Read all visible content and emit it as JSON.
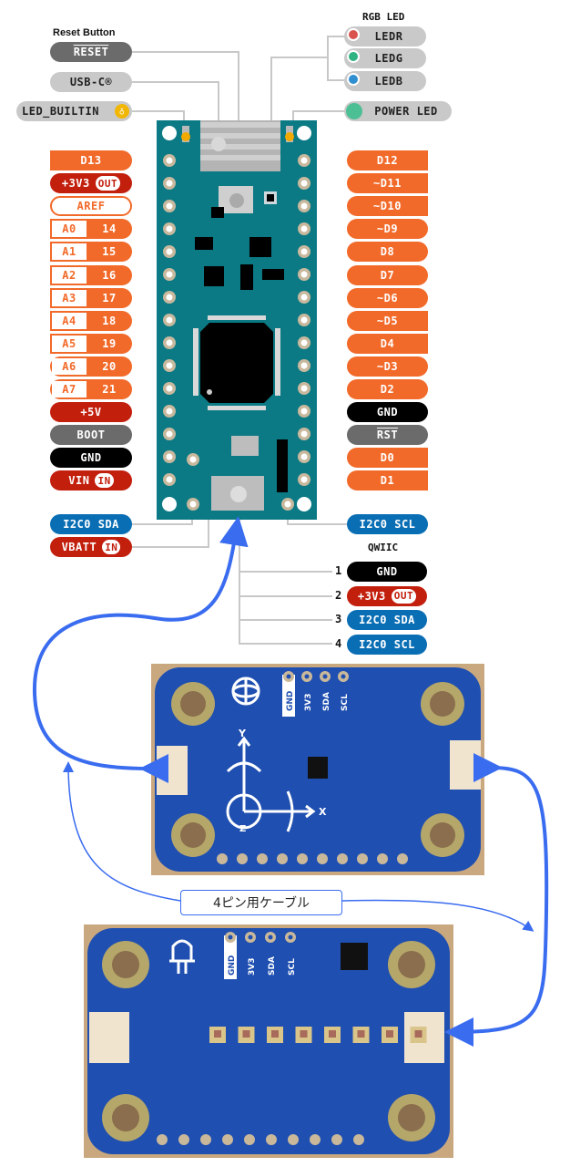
{
  "top_labels": {
    "reset_title": "Reset Button",
    "reset": "RESET",
    "usb": "USB-C®",
    "led_builtin": "LED_BUILTIN",
    "rgb_title": "RGB LED",
    "ledr": "LEDR",
    "ledg": "LEDG",
    "ledb": "LEDB",
    "power_led": "POWER LED",
    "colors": {
      "red": "#d9534f",
      "green": "#2fb383",
      "blue": "#2f8fd0",
      "led_yellow": "#f2b705",
      "power_green": "#4dbf94"
    }
  },
  "left_pins": [
    {
      "label": "D13",
      "style": "orange"
    },
    {
      "label": "+3V3",
      "badge": "OUT",
      "style": "red"
    },
    {
      "label": "AREF",
      "style": "outline"
    },
    {
      "a": "A0",
      "d": "14"
    },
    {
      "a": "A1",
      "d": "15"
    },
    {
      "a": "A2",
      "d": "16"
    },
    {
      "a": "A3",
      "d": "17"
    },
    {
      "a": "A4",
      "d": "18"
    },
    {
      "a": "A5",
      "d": "19"
    },
    {
      "a": "A6",
      "d": "20"
    },
    {
      "a": "A7",
      "d": "21"
    },
    {
      "label": "+5V",
      "style": "red"
    },
    {
      "label": "BOOT",
      "style": "gray"
    },
    {
      "label": "GND",
      "style": "black"
    },
    {
      "label": "VIN",
      "badge": "IN",
      "style": "red"
    }
  ],
  "right_pins": [
    "D12",
    "~D11",
    "~D10",
    "~D9",
    "D8",
    "D7",
    "~D6",
    "~D5",
    "D4",
    "~D3",
    "D2",
    "GND",
    "RST",
    "D0",
    "D1"
  ],
  "bottom_left": {
    "sda": "I2C0 SDA",
    "vbatt": "VBATT",
    "vbatt_badge": "IN"
  },
  "bottom_right": {
    "scl": "I2C0 SCL"
  },
  "qwiic": {
    "title": "QWIIC",
    "pins": [
      {
        "num": "1",
        "label": "GND"
      },
      {
        "num": "2",
        "label": "+3V3",
        "badge": "OUT"
      },
      {
        "num": "3",
        "label": "I2C0 SDA"
      },
      {
        "num": "4",
        "label": "I2C0 SCL"
      }
    ]
  },
  "sensor_board": {
    "pins": [
      "GND",
      "3V3",
      "SDA",
      "SCL"
    ],
    "axes": [
      "Y",
      "X",
      "Z"
    ]
  },
  "led_board": {
    "pins": [
      "GND",
      "3V3",
      "SDA",
      "SCL"
    ],
    "led_count": 8
  },
  "cable_label": "4ピン用ケーブル",
  "arrow_color": "#3a6cf0"
}
